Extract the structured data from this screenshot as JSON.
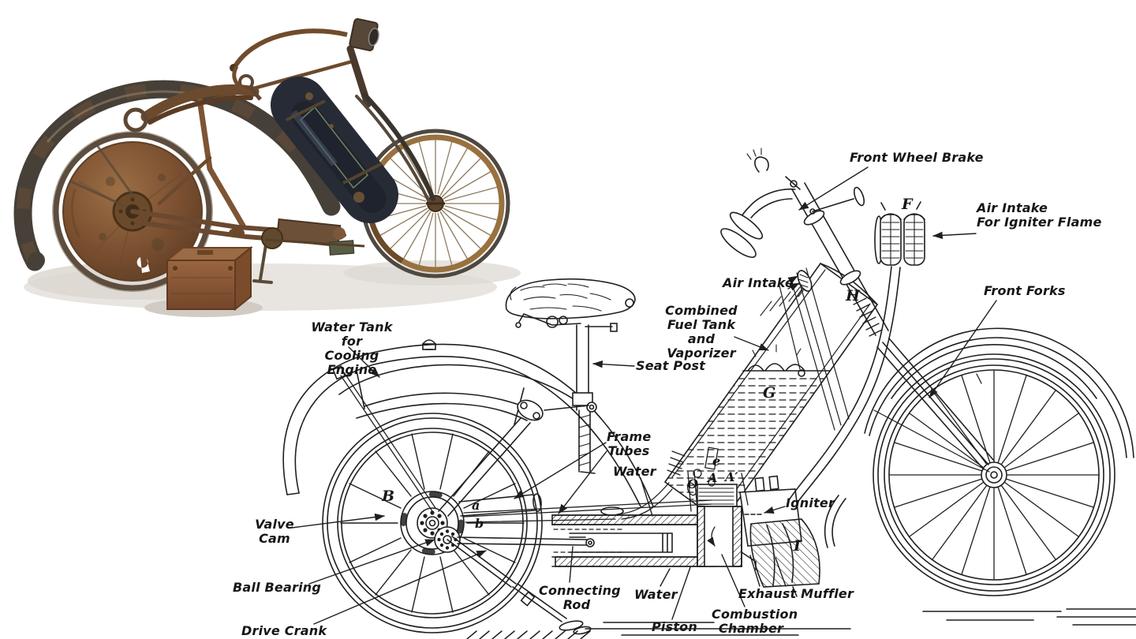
{
  "palette": {
    "ink": "#1f1f1f",
    "paper": "#ffffff",
    "rust": "#7d5434",
    "tank_black": "#262b36"
  },
  "photo": {},
  "diagram": {
    "labels": [
      {
        "id": "front-wheel-brake",
        "text": "Front Wheel Brake"
      },
      {
        "id": "air-intake-flame",
        "text": "Air Intake\nFor Igniter Flame"
      },
      {
        "id": "air-intake",
        "text": "Air Intake"
      },
      {
        "id": "front-forks",
        "text": "Front Forks"
      },
      {
        "id": "combined-fuel-tank",
        "text": "Combined\nFuel Tank\nand Vaporizer"
      },
      {
        "id": "water-tank-cooling",
        "text": "Water Tank for\nCooling Engine"
      },
      {
        "id": "seat-post",
        "text": "Seat Post"
      },
      {
        "id": "frame-tubes",
        "text": "Frame\nTubes"
      },
      {
        "id": "water-upper",
        "text": "Water"
      },
      {
        "id": "igniter",
        "text": "Igniter"
      },
      {
        "id": "valve-cam",
        "text": "Valve\nCam"
      },
      {
        "id": "ball-bearing",
        "text": "Ball Bearing"
      },
      {
        "id": "drive-crank",
        "text": "Drive Crank"
      },
      {
        "id": "connecting-rod",
        "text": "Connecting\nRod"
      },
      {
        "id": "water-lower",
        "text": "Water"
      },
      {
        "id": "piston",
        "text": "Piston"
      },
      {
        "id": "combustion-chamber",
        "text": "Combustion\nChamber"
      },
      {
        "id": "exhaust-muffler",
        "text": "Exhaust Muffler"
      }
    ],
    "letters": [
      {
        "id": "F",
        "text": "F"
      },
      {
        "id": "H",
        "text": "H"
      },
      {
        "id": "G",
        "text": "G"
      },
      {
        "id": "e",
        "text": "e"
      },
      {
        "id": "A",
        "text": "A"
      },
      {
        "id": "A-prime",
        "text": "A′"
      },
      {
        "id": "O",
        "text": "O"
      },
      {
        "id": "B",
        "text": "B"
      },
      {
        "id": "a",
        "text": "a"
      },
      {
        "id": "b",
        "text": "b"
      },
      {
        "id": "I",
        "text": "I"
      }
    ]
  }
}
